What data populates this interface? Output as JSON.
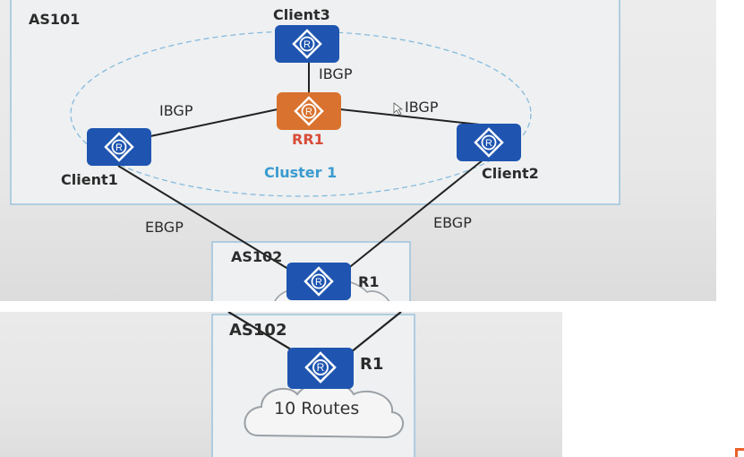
{
  "top": {
    "as_label": "AS101",
    "client3": "Client3",
    "rr1": "RR1",
    "client1": "Client1",
    "client2": "Client2",
    "cluster": "Cluster 1",
    "ibgp_left": "IBGP",
    "ibgp_mid": "IBGP",
    "ibgp_right": "IBGP",
    "ebgp_left": "EBGP",
    "ebgp_right": "EBGP",
    "as102": "AS102",
    "r1": "R1"
  },
  "bottom": {
    "as102": "AS102",
    "r1": "R1",
    "routes": "10 Routes"
  },
  "colors": {
    "router_blue": "#1f55b0",
    "rr_orange": "#d9722e",
    "as_border": "#9cc3dd",
    "cluster_dash": "#7fb7dc"
  },
  "icons": [
    "router-icon",
    "route-reflector-icon",
    "cloud-icon"
  ]
}
